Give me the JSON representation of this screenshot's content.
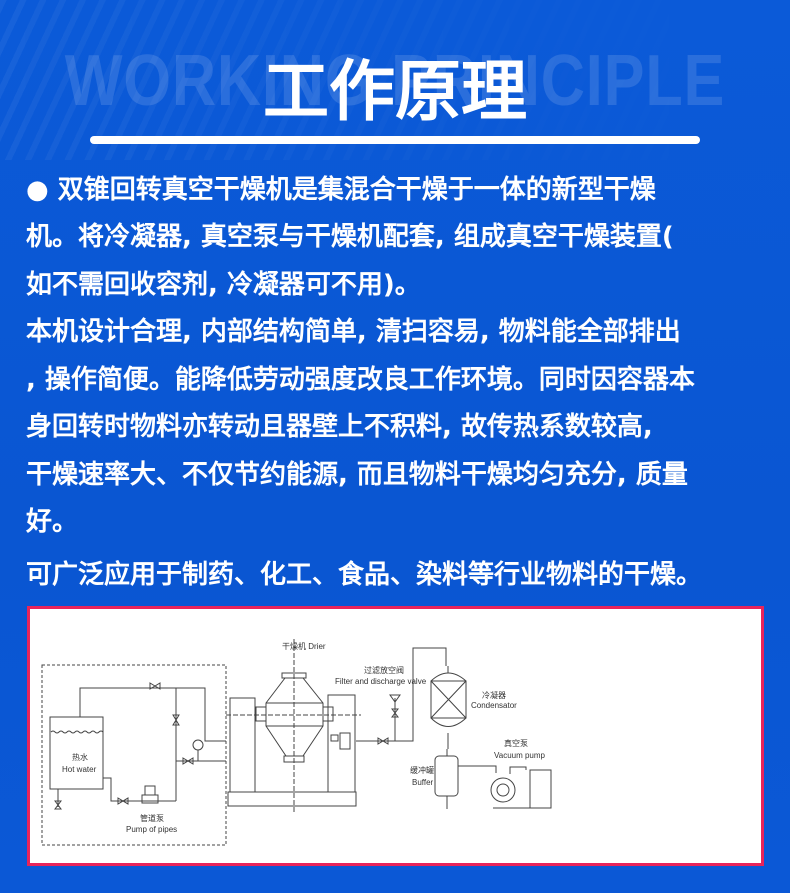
{
  "header": {
    "watermark": "WORKING PRINCIPLE",
    "title": "工作原理"
  },
  "description": {
    "lines": [
      "●  双锥回转真空干燥机是集混合干燥于一体的新型干燥",
      "机。将冷凝器, 真空泵与干燥机配套, 组成真空干燥装置(",
      "如不需回收容剂, 冷凝器可不用)。",
      "本机设计合理, 内部结构简单, 清扫容易, 物料能全部排出",
      ", 操作简便。能降低劳动强度改良工作环境。同时因容器本",
      "身回转时物料亦转动且器壁上不积料, 故传热系数较高,",
      "干燥速率大、不仅节约能源, 而且物料干燥均匀充分, 质量",
      "好。",
      "可广泛应用于制药、化工、食品、染料等行业物料的干燥。"
    ]
  },
  "diagram": {
    "border_color": "#e8245a",
    "labels": {
      "drier": "干燥机  Drier",
      "filter_cn": "过滤放空阀",
      "filter_en": "Filter and discharge valve",
      "condenser_cn": "冷凝器",
      "condenser_en": "Condensator",
      "vacuum_cn": "真空泵",
      "vacuum_en": "Vacuum pump",
      "buffer_cn": "缓冲罐",
      "buffer_en": "Buffer",
      "hotwater_cn": "热水",
      "hotwater_en": "Hot water",
      "pump_cn": "管道泵",
      "pump_en": "Pump of pipes"
    }
  },
  "colors": {
    "background": "#0b5ad8",
    "text": "#ffffff"
  }
}
